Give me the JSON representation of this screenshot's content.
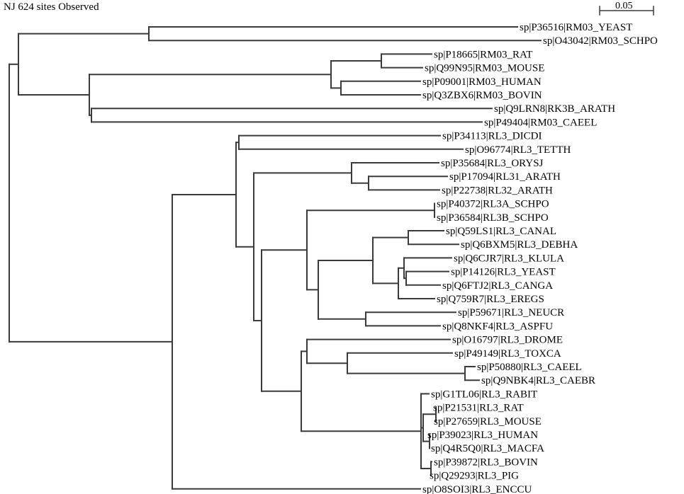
{
  "title": "NJ 624 sites Observed",
  "scale_bar": {
    "label": "0.05",
    "value": 0.05
  },
  "leaves": [
    "sp|P36516|RM03_YEAST",
    "sp|O43042|RM03_SCHPO",
    "sp|P18665|RM03_RAT",
    "sp|Q99N95|RM03_MOUSE",
    "sp|P09001|RM03_HUMAN",
    "sp|Q3ZBX6|RM03_BOVIN",
    "sp|Q9LRN8|RK3B_ARATH",
    "sp|P49404|RM03_CAEEL",
    "sp|P34113|RL3_DICDI",
    "sp|O96774|RL3_TETTH",
    "sp|P35684|RL3_ORYSJ",
    "sp|P17094|RL31_ARATH",
    "sp|P22738|RL32_ARATH",
    "sp|P40372|RL3A_SCHPO",
    "sp|P36584|RL3B_SCHPO",
    "sp|Q59LS1|RL3_CANAL",
    "sp|Q6BXM5|RL3_DEBHA",
    "sp|Q6CJR7|RL3_KLULA",
    "sp|P14126|RL3_YEAST",
    "sp|Q6FTJ2|RL3_CANGA",
    "sp|Q759R7|RL3_EREGS",
    "sp|P59671|RL3_NEUCR",
    "sp|Q8NKF4|RL3_ASPFU",
    "sp|O16797|RL3_DROME",
    "sp|P49149|RL3_TOXCA",
    "sp|P50880|RL3_CAEEL",
    "sp|Q9NBK4|RL3_CAEBR",
    "sp|G1TL06|RL3_RABIT",
    "sp|P21531|RL3_RAT",
    "sp|P27659|RL3_MOUSE",
    "sp|P39023|RL3_HUMAN",
    "sp|Q4R5Q0|RL3_MACFA",
    "sp|P39872|RL3_BOVIN",
    "sp|Q29293|RL3_PIG",
    "sp|O8SOI3|RL3_ENCCU"
  ]
}
